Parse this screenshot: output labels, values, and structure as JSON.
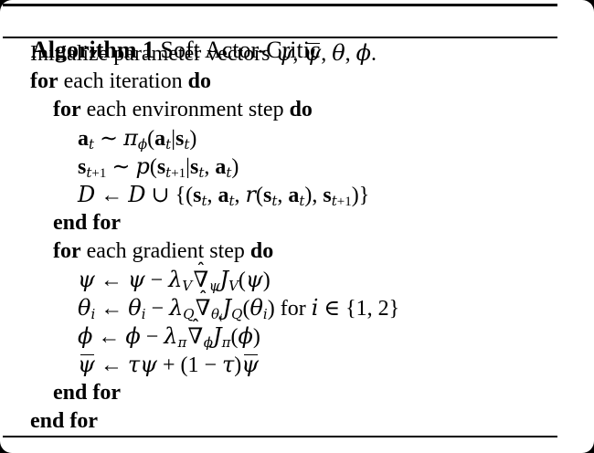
{
  "algorithm": {
    "heading_bold": "Algorithm 1",
    "heading_rest": " Soft Actor-Critic",
    "colors": {
      "text": "#000000",
      "background": "#ffffff",
      "outside_corners": "#000000",
      "rules": "#000000"
    },
    "lines": [
      {
        "indent": 1,
        "tokens": [
          {
            "st": "rm",
            "s": "Initialize parameter vectors "
          },
          {
            "st": "it",
            "s": "ψ"
          },
          {
            "st": "rm",
            "s": ", "
          },
          {
            "st": "bar",
            "s": "ψ"
          },
          {
            "st": "rm",
            "s": ", "
          },
          {
            "st": "it",
            "s": "θ"
          },
          {
            "st": "rm",
            "s": ", "
          },
          {
            "st": "it",
            "s": "ϕ"
          },
          {
            "st": "rm",
            "s": "."
          }
        ]
      },
      {
        "indent": 1,
        "tokens": [
          {
            "st": "bf",
            "s": "for"
          },
          {
            "st": "rm",
            "s": " each iteration "
          },
          {
            "st": "bf",
            "s": "do"
          }
        ]
      },
      {
        "indent": 2,
        "tokens": [
          {
            "st": "bf",
            "s": "for"
          },
          {
            "st": "rm",
            "s": " each environment step "
          },
          {
            "st": "bf",
            "s": "do"
          }
        ]
      },
      {
        "indent": 3,
        "tokens": [
          {
            "st": "bf",
            "s": "a"
          },
          {
            "st": "subit",
            "s": "t"
          },
          {
            "st": "rm",
            "s": " ∼ "
          },
          {
            "st": "it",
            "s": "π"
          },
          {
            "st": "subit",
            "s": "ϕ"
          },
          {
            "st": "rm",
            "s": "("
          },
          {
            "st": "bf",
            "s": "a"
          },
          {
            "st": "subit",
            "s": "t"
          },
          {
            "st": "rm",
            "s": "|"
          },
          {
            "st": "bf",
            "s": "s"
          },
          {
            "st": "subit",
            "s": "t"
          },
          {
            "st": "rm",
            "s": ")"
          }
        ]
      },
      {
        "indent": 3,
        "tokens": [
          {
            "st": "bf",
            "s": "s"
          },
          {
            "st": "subit",
            "s": "t"
          },
          {
            "st": "subrm",
            "s": "+1"
          },
          {
            "st": "rm",
            "s": " ∼ "
          },
          {
            "st": "it",
            "s": "p"
          },
          {
            "st": "rm",
            "s": "("
          },
          {
            "st": "bf",
            "s": "s"
          },
          {
            "st": "subit",
            "s": "t"
          },
          {
            "st": "subrm",
            "s": "+1"
          },
          {
            "st": "rm",
            "s": "|"
          },
          {
            "st": "bf",
            "s": "s"
          },
          {
            "st": "subit",
            "s": "t"
          },
          {
            "st": "rm",
            "s": ", "
          },
          {
            "st": "bf",
            "s": "a"
          },
          {
            "st": "subit",
            "s": "t"
          },
          {
            "st": "rm",
            "s": ")"
          }
        ]
      },
      {
        "indent": 3,
        "tokens": [
          {
            "st": "cal",
            "s": "D"
          },
          {
            "st": "rm",
            "s": " ← "
          },
          {
            "st": "cal",
            "s": "D"
          },
          {
            "st": "rm",
            "s": " ∪ {("
          },
          {
            "st": "bf",
            "s": "s"
          },
          {
            "st": "subit",
            "s": "t"
          },
          {
            "st": "rm",
            "s": ", "
          },
          {
            "st": "bf",
            "s": "a"
          },
          {
            "st": "subit",
            "s": "t"
          },
          {
            "st": "rm",
            "s": ", "
          },
          {
            "st": "it",
            "s": "r"
          },
          {
            "st": "rm",
            "s": "("
          },
          {
            "st": "bf",
            "s": "s"
          },
          {
            "st": "subit",
            "s": "t"
          },
          {
            "st": "rm",
            "s": ", "
          },
          {
            "st": "bf",
            "s": "a"
          },
          {
            "st": "subit",
            "s": "t"
          },
          {
            "st": "rm",
            "s": "), "
          },
          {
            "st": "bf",
            "s": "s"
          },
          {
            "st": "subit",
            "s": "t"
          },
          {
            "st": "subrm",
            "s": "+1"
          },
          {
            "st": "rm",
            "s": ")}"
          }
        ]
      },
      {
        "indent": 2,
        "tokens": [
          {
            "st": "bf",
            "s": "end for"
          }
        ]
      },
      {
        "indent": 2,
        "tokens": [
          {
            "st": "bf",
            "s": "for"
          },
          {
            "st": "rm",
            "s": " each gradient step "
          },
          {
            "st": "bf",
            "s": "do"
          }
        ]
      },
      {
        "indent": 3,
        "tokens": [
          {
            "st": "it",
            "s": "ψ"
          },
          {
            "st": "rm",
            "s": " ← "
          },
          {
            "st": "it",
            "s": "ψ"
          },
          {
            "st": "rm",
            "s": " − "
          },
          {
            "st": "it",
            "s": "λ"
          },
          {
            "st": "subit",
            "s": "V"
          },
          {
            "st": "hat",
            "s": "∇"
          },
          {
            "st": "subit",
            "s": "ψ"
          },
          {
            "st": "it",
            "s": "J"
          },
          {
            "st": "subit",
            "s": "V"
          },
          {
            "st": "rm",
            "s": "("
          },
          {
            "st": "it",
            "s": "ψ"
          },
          {
            "st": "rm",
            "s": ")"
          }
        ]
      },
      {
        "indent": 3,
        "tokens": [
          {
            "st": "it",
            "s": "θ"
          },
          {
            "st": "subit",
            "s": "i"
          },
          {
            "st": "rm",
            "s": " ← "
          },
          {
            "st": "it",
            "s": "θ"
          },
          {
            "st": "subit",
            "s": "i"
          },
          {
            "st": "rm",
            "s": " − "
          },
          {
            "st": "it",
            "s": "λ"
          },
          {
            "st": "subit",
            "s": "Q"
          },
          {
            "st": "hat",
            "s": "∇"
          },
          {
            "st": "subit",
            "s": "θ"
          },
          {
            "st": "sub2",
            "s": "i"
          },
          {
            "st": "it",
            "s": "J"
          },
          {
            "st": "subit",
            "s": "Q"
          },
          {
            "st": "rm",
            "s": "("
          },
          {
            "st": "it",
            "s": "θ"
          },
          {
            "st": "subit",
            "s": "i"
          },
          {
            "st": "rm",
            "s": ") for "
          },
          {
            "st": "it",
            "s": "i"
          },
          {
            "st": "rm",
            "s": " ∈ {1, 2}"
          }
        ]
      },
      {
        "indent": 3,
        "tokens": [
          {
            "st": "it",
            "s": "ϕ"
          },
          {
            "st": "rm",
            "s": " ← "
          },
          {
            "st": "it",
            "s": "ϕ"
          },
          {
            "st": "rm",
            "s": " − "
          },
          {
            "st": "it",
            "s": "λ"
          },
          {
            "st": "subit",
            "s": "π"
          },
          {
            "st": "hat",
            "s": "∇"
          },
          {
            "st": "subit",
            "s": "ϕ"
          },
          {
            "st": "it",
            "s": "J"
          },
          {
            "st": "subit",
            "s": "π"
          },
          {
            "st": "rm",
            "s": "("
          },
          {
            "st": "it",
            "s": "ϕ"
          },
          {
            "st": "rm",
            "s": ")"
          }
        ]
      },
      {
        "indent": 3,
        "tokens": [
          {
            "st": "bar",
            "s": "ψ"
          },
          {
            "st": "rm",
            "s": " ← "
          },
          {
            "st": "it",
            "s": "τψ"
          },
          {
            "st": "rm",
            "s": " + (1 − "
          },
          {
            "st": "it",
            "s": "τ"
          },
          {
            "st": "rm",
            "s": ")"
          },
          {
            "st": "bar",
            "s": "ψ"
          }
        ]
      },
      {
        "indent": 2,
        "tokens": [
          {
            "st": "bf",
            "s": "end for"
          }
        ]
      },
      {
        "indent": 1,
        "tokens": [
          {
            "st": "bf",
            "s": "end for"
          }
        ]
      }
    ]
  }
}
